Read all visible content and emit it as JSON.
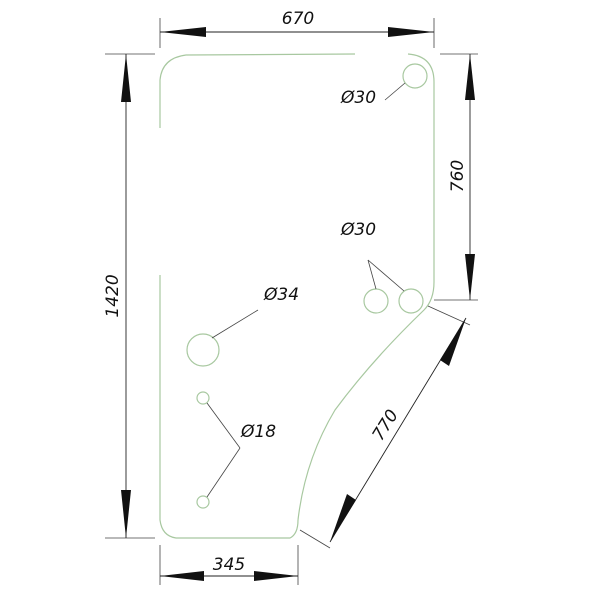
{
  "drawing": {
    "dimensions": {
      "top_width": "670",
      "left_height": "1420",
      "right_height": "760",
      "bottom_width": "345",
      "diagonal_edge": "770"
    },
    "holes": {
      "top_right": "Ø30",
      "middle_right": "Ø30",
      "left_large": "Ø34",
      "left_small": "Ø18"
    }
  }
}
